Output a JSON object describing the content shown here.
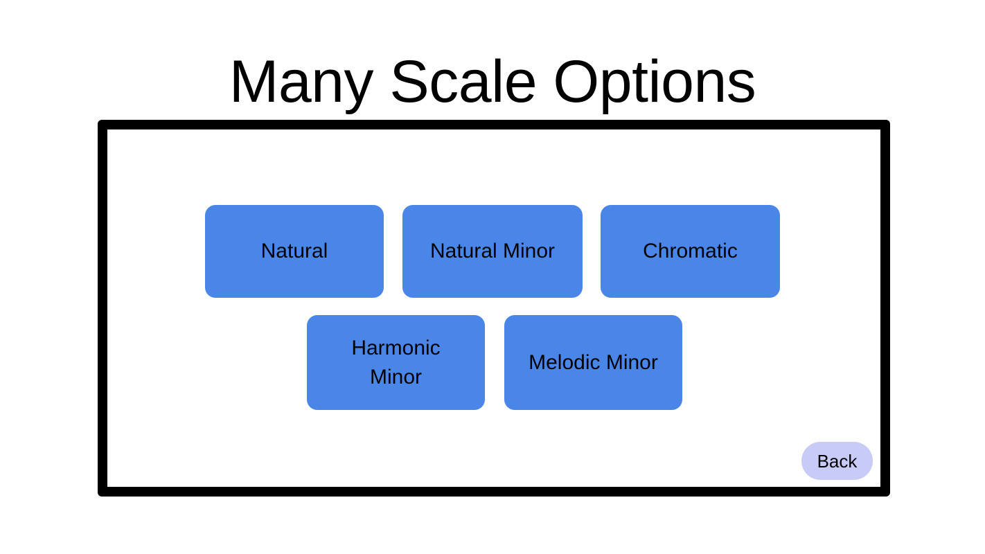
{
  "page": {
    "title": "Many Scale Options",
    "background_color": "#ffffff"
  },
  "panel": {
    "border_color": "#000000",
    "background_color": "#ffffff"
  },
  "colors": {
    "button_blue": "#4a86e8",
    "back_lavender": "#c8cbf5",
    "text_black": "#000000"
  },
  "scale_buttons": [
    {
      "id": "natural",
      "label": "Natural"
    },
    {
      "id": "natural-minor",
      "label": "Natural Minor"
    },
    {
      "id": "chromatic",
      "label": "Chromatic"
    },
    {
      "id": "harmonic-minor",
      "label": "Harmonic\nMinor"
    },
    {
      "id": "melodic-minor",
      "label": "Melodic Minor"
    }
  ],
  "navigation": {
    "back_label": "Back"
  }
}
